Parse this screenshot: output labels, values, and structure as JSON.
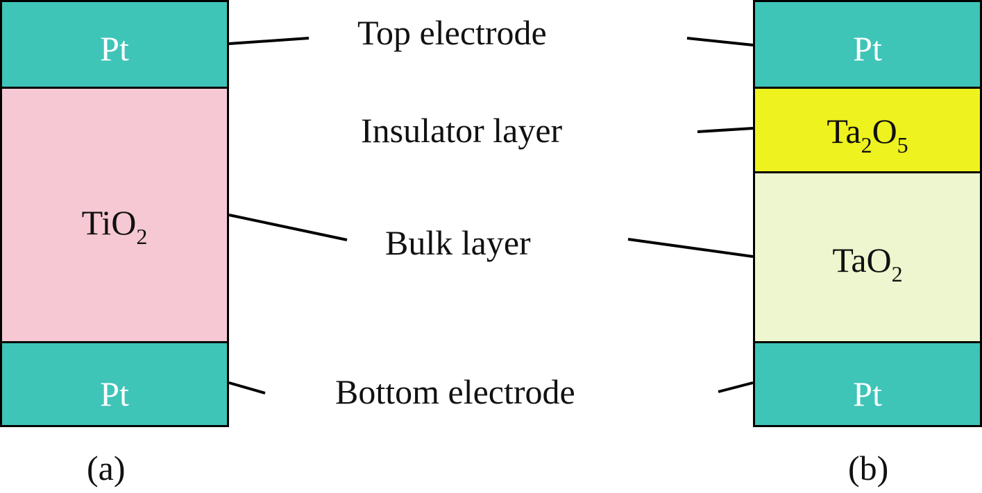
{
  "device_a": {
    "caption": "(a)",
    "top_electrode": "Pt",
    "bulk_layer": {
      "base": "TiO",
      "sub": "2"
    },
    "bottom_electrode": "Pt"
  },
  "device_b": {
    "caption": "(b)",
    "top_electrode": "Pt",
    "insulator_layer": {
      "base1": "Ta",
      "sub1": "2",
      "base2": "O",
      "sub2": "5"
    },
    "bulk_layer": {
      "base": "TaO",
      "sub": "2"
    },
    "bottom_electrode": "Pt"
  },
  "labels": {
    "top_electrode": "Top electrode",
    "insulator_layer": "Insulator layer",
    "bulk_layer": "Bulk layer",
    "bottom_electrode": "Bottom electrode"
  },
  "colors": {
    "electrode": "#3fc4b8",
    "tio2": "#f5c8d4",
    "ta2o5": "#eef21e",
    "tao2": "#eef6cf",
    "outline": "#000000"
  }
}
